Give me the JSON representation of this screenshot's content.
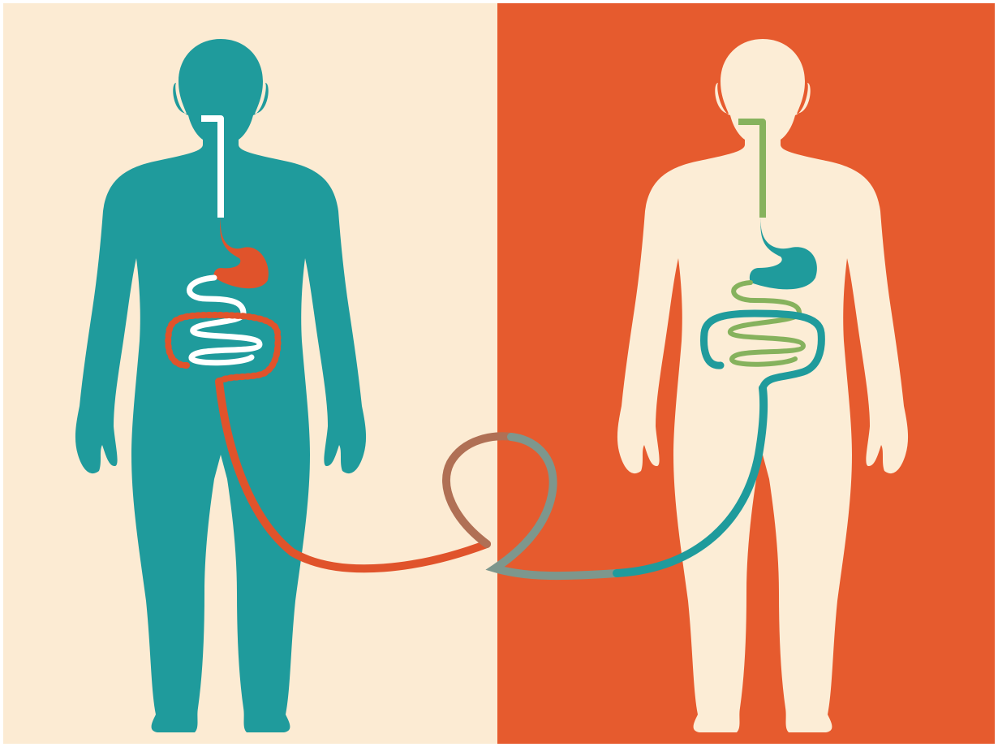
{
  "colors": {
    "background_left": "#fcebd3",
    "background_right": "#e65b2e",
    "body_left": "#1f9b9c",
    "body_right": "#fcedd6",
    "gut_left_upper": "#ffffff",
    "gut_left_lower": "#e0532b",
    "gut_right_upper": "#86b25d",
    "gut_right_lower": "#1f9b9c",
    "loop_left": "#b07055",
    "loop_right": "#7d978d",
    "border": "#ffffff"
  },
  "figures": [
    {
      "id": "donor",
      "side": "left",
      "description_icon": "human-silhouette-icon"
    },
    {
      "id": "recipient",
      "side": "right",
      "description_icon": "human-silhouette-icon"
    }
  ]
}
